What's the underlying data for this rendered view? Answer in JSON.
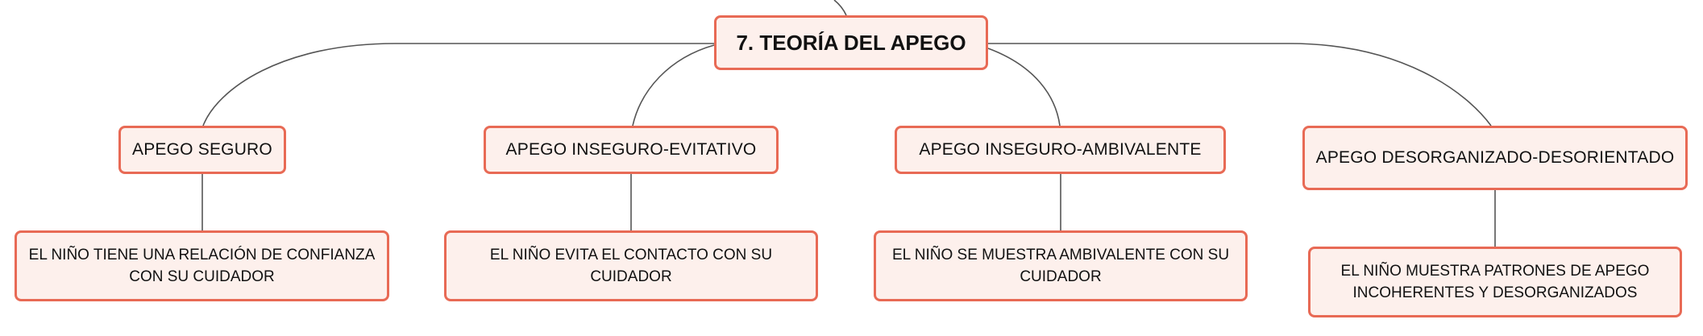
{
  "root": {
    "label": "7. TEORÍA DEL APEGO"
  },
  "categories": [
    {
      "label": "APEGO SEGURO",
      "description": "EL NIÑO TIENE UNA RELACIÓN DE CONFIANZA CON SU CUIDADOR"
    },
    {
      "label": "APEGO INSEGURO-EVITATIVO",
      "description": "EL NIÑO EVITA EL CONTACTO CON SU CUIDADOR"
    },
    {
      "label": "APEGO INSEGURO-AMBIVALENTE",
      "description": "EL NIÑO SE MUESTRA AMBIVALENTE CON SU CUIDADOR"
    },
    {
      "label": "APEGO DESORGANIZADO-DESORIENTADO",
      "description": "EL NIÑO MUESTRA PATRONES DE APEGO INCOHERENTES Y DESORGANIZADOS"
    }
  ],
  "colors": {
    "node_border": "#e86a55",
    "node_fill": "#fdf0ec",
    "connector": "#555555",
    "text": "#111111"
  }
}
